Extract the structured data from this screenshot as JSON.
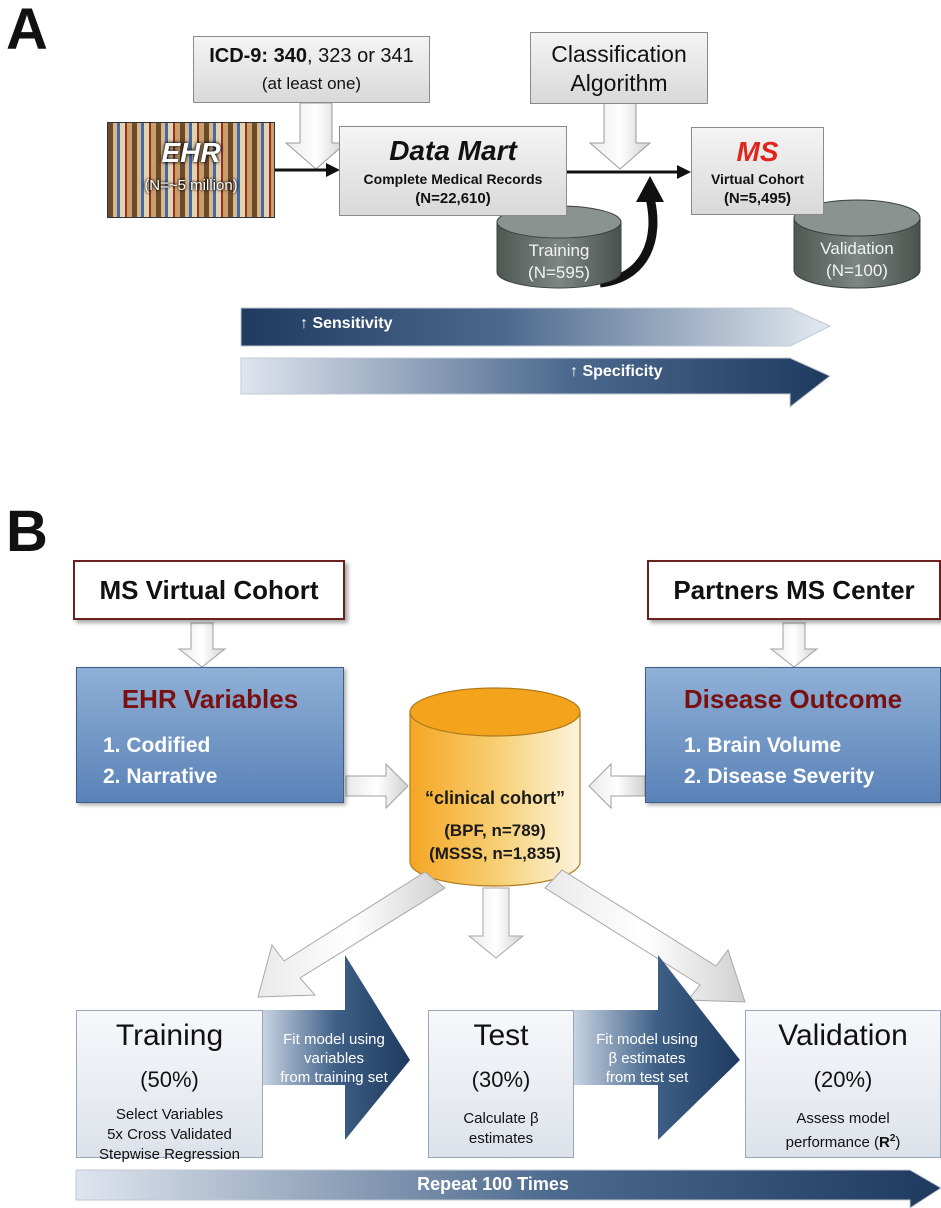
{
  "panel_a": {
    "letter": "A",
    "icd_prefix": "ICD-9: ",
    "icd_bold": "340",
    "icd_rest": ", 323 or 341",
    "icd_sub": "(at least one)",
    "classification_line1": "Classification",
    "classification_line2": "Algorithm",
    "ehr_label": "EHR",
    "ehr_n": "(N=~5 million)",
    "datamart_title": "Data Mart",
    "datamart_sub": "Complete Medical Records",
    "datamart_n": "(N=22,610)",
    "ms_title": "MS",
    "ms_sub": "Virtual Cohort",
    "ms_n": "(N=5,495)",
    "training_label": "Training",
    "training_n": "(N=595)",
    "validation_label": "Validation",
    "validation_n": "(N=100)",
    "sensitivity": "↑ Sensitivity",
    "specificity": "↑ Specificity"
  },
  "panel_b": {
    "letter": "B",
    "ms_virtual_cohort": "MS Virtual Cohort",
    "partners_center": "Partners MS Center",
    "ehr_vars_title": "EHR Variables",
    "ehr_vars_items": [
      "1.   Codified",
      "2.   Narrative"
    ],
    "disease_title": "Disease Outcome",
    "disease_items": [
      "1.   Brain Volume",
      "2.   Disease Severity"
    ],
    "cohort_label": "“clinical cohort”",
    "cohort_bpf": "(BPF, n=789)",
    "cohort_msss": "(MSSS, n=1,835)",
    "training_title": "Training",
    "training_pct": "(50%)",
    "training_desc": [
      "Select Variables",
      "5x Cross Validated",
      "Stepwise Regression"
    ],
    "fit1": [
      "Fit model using",
      "variables",
      "from training set"
    ],
    "test_title": "Test",
    "test_pct": "(30%)",
    "test_desc": [
      "Calculate β",
      "estimates"
    ],
    "fit2": [
      "Fit model using",
      "β estimates",
      "from test set"
    ],
    "validation_title": "Validation",
    "validation_pct": "(20%)",
    "validation_desc1": "Assess model",
    "validation_desc2_prefix": "performance (",
    "validation_desc2_r": "R",
    "validation_desc2_sup": "2",
    "validation_desc2_suffix": ")",
    "repeat": "Repeat 100 Times"
  },
  "colors": {
    "navy": "#1f3a5f",
    "dark_red": "#7a1010",
    "ms_red": "#e0261b",
    "cylinder_gray": "#6b7470",
    "cylinder_orange": "#f0a020",
    "box_blue": "#6e93c4"
  }
}
